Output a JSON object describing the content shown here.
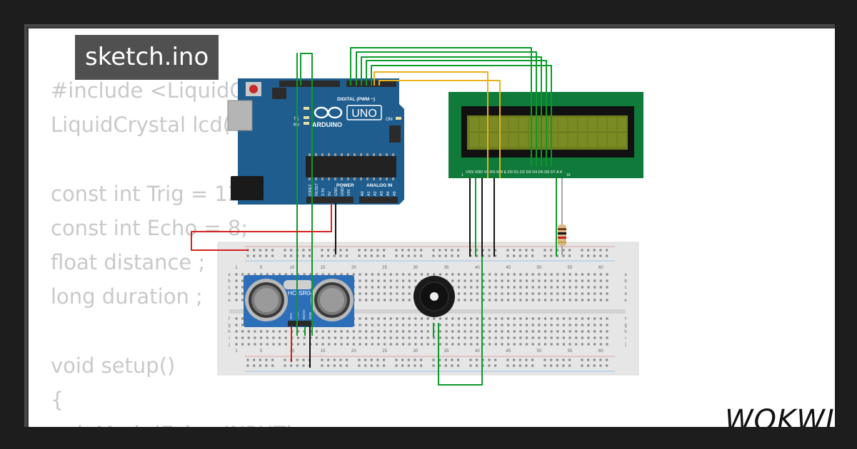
{
  "title": "sketch.ino",
  "brand": "WOKWI",
  "code_lines": [
    "#include <LiquidCrystal.h>",
    "LiquidCrystal lcd(",
    "",
    "const int Trig = 12;",
    "const int Echo = 8;",
    "float distance ;",
    "long duration ;",
    "",
    "void setup()",
    "{",
    "  pinMode(Echo, INPUT);"
  ],
  "arduino": {
    "brand": "ARDUINO",
    "model": "UNO",
    "digital_label": "DIGITAL (PWM ~)",
    "power_label": "POWER",
    "analog_label": "ANALOG IN",
    "on_label": "ON",
    "tx_label": "TX",
    "rx_label": "RX",
    "power_pins": [
      "IOREF",
      "RESET",
      "3.3V",
      "5V",
      "GND",
      "GND",
      "VIN"
    ],
    "analog_pins": [
      "A0",
      "A1",
      "A2",
      "A3",
      "A4",
      "A5"
    ]
  },
  "lcd": {
    "pin_labels": "VSS VDD V0 RS RW E D0 D1 D2 D3 D4 D5 D6 D7 A K",
    "pin_first": "1",
    "pin_last": "16"
  },
  "sensor": {
    "label": "HC-SR04",
    "pins": [
      "VCC",
      "TRIG",
      "ECHO",
      "GND"
    ]
  },
  "breadboard": {
    "columns": [
      "1",
      "5",
      "10",
      "15",
      "20",
      "25",
      "30",
      "35",
      "40",
      "45",
      "50",
      "55",
      "60"
    ],
    "rows_top": [
      "a",
      "b",
      "c",
      "d",
      "e"
    ],
    "rows_bottom": [
      "f",
      "g",
      "h",
      "i",
      "j"
    ]
  },
  "colors": {
    "background": "#1d1d1d",
    "code_text": "#c9c9c9",
    "title_bg": "#505050",
    "arduino_blue": "#1f5d8e",
    "lcd_green": "#0f7a3a",
    "lcd_screen": "#6f7f1e",
    "wire_green": "#0c9a2a",
    "wire_yellow": "#e8b21c",
    "wire_red": "#d42020",
    "wire_black": "#111111"
  }
}
